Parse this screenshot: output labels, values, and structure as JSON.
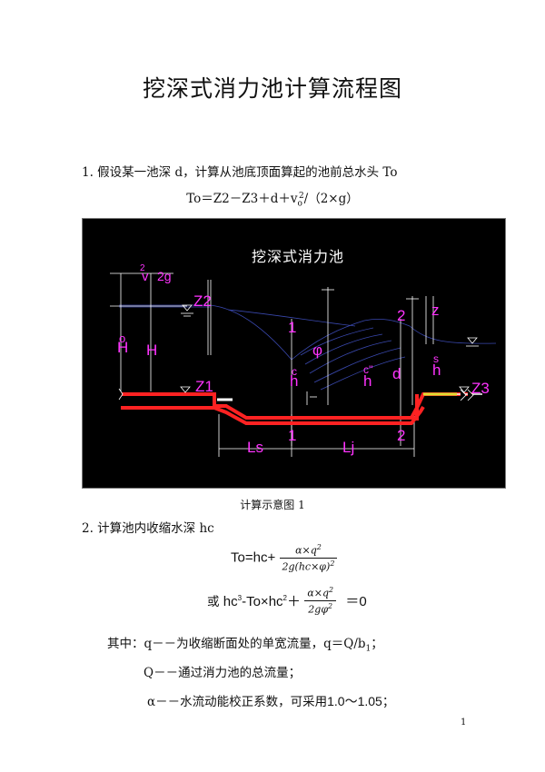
{
  "title": "挖深式消力池计算流程图",
  "step1": {
    "text": "1. 假设某一池深 d，计算从池底顶面算起的池前总水头 To",
    "eq_a": "To＝Z2－Z3＋d＋v",
    "eq_sub": "o",
    "eq_sup": "2",
    "eq_b": "/（2×g）"
  },
  "figure": {
    "title": "挖深式消力池",
    "labels": {
      "v2g": "v",
      "v2g_sup": "2",
      "v2g_den": "2g",
      "Z2": "Z2",
      "Z1": "Z1",
      "Z3": "Z3",
      "H0": "H",
      "H0_sub": "o",
      "H": "H",
      "sec1": "1",
      "sec2": "2",
      "hc": "h",
      "hc_sub": "c",
      "phi": "φ",
      "hc2": "h",
      "hc2_sub": "c''",
      "d": "d",
      "z": "z",
      "hs": "h",
      "hs_sub": "s",
      "Ls": "Ls",
      "Lj": "Lj"
    }
  },
  "caption": "计算示意图 1",
  "step2": {
    "text": "2. 计算池内收缩水深 hc",
    "eq1_lhs": "To=hc+",
    "eq1_num": "α×q",
    "eq1_num_sup": "2",
    "eq1_den": "2g(hc×φ)",
    "eq1_den_sup": "2",
    "eq2_or": "或",
    "eq2_a": "hc",
    "eq2_a_sup": "3",
    "eq2_b": "-To×hc",
    "eq2_b_sup": "2",
    "eq2_c": "＋",
    "eq2_num": "α×q",
    "eq2_num_sup": "2",
    "eq2_den": "2gφ",
    "eq2_den_sup": "2",
    "eq2_rhs": "＝0"
  },
  "defs": {
    "q": "其中：q－－为收缩断面处的单宽流量，q＝Q/b",
    "q_sub": "1",
    "q_end": "；",
    "Q": "Q－－通过消力池的总流量；",
    "alpha": "α－－水流动能校正系数，可采用",
    "alpha_val": "1.0～1.05",
    "alpha_end": "；"
  },
  "page_number": "1",
  "colors": {
    "diagram_bg": "#000000",
    "label": "#ff33ff",
    "channel": "#ff2020",
    "water": "#3344cc",
    "grid": "#ffffff"
  }
}
